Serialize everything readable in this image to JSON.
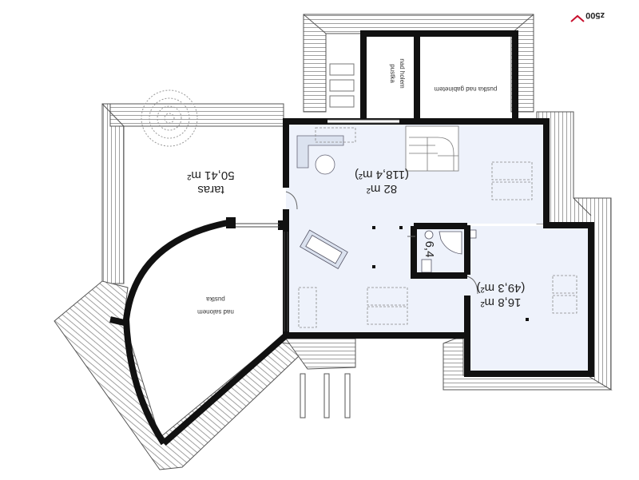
{
  "logo": {
    "text": "z500",
    "accent": "#c8102e"
  },
  "colors": {
    "floor": "#eef2fb",
    "wall": "#111111",
    "roof_line": "#555555",
    "furniture": "#b9c4d6"
  },
  "rooms": {
    "terrace": {
      "name": "taras",
      "area": "50,41 m²"
    },
    "main_hall": {
      "area": "82 m²",
      "area_total": "(118,4 m²)"
    },
    "bathroom": {
      "area": "6,4"
    },
    "right_room": {
      "area": "16,8 m²",
      "area_total": "(49,3 m²)"
    }
  },
  "voids": {
    "hall": {
      "line1": "pustka",
      "line2": "nad holem"
    },
    "office": {
      "line1": "pustka nad gabinetem"
    },
    "salon": {
      "line1": "pustka",
      "line2": "nad salonem"
    }
  }
}
